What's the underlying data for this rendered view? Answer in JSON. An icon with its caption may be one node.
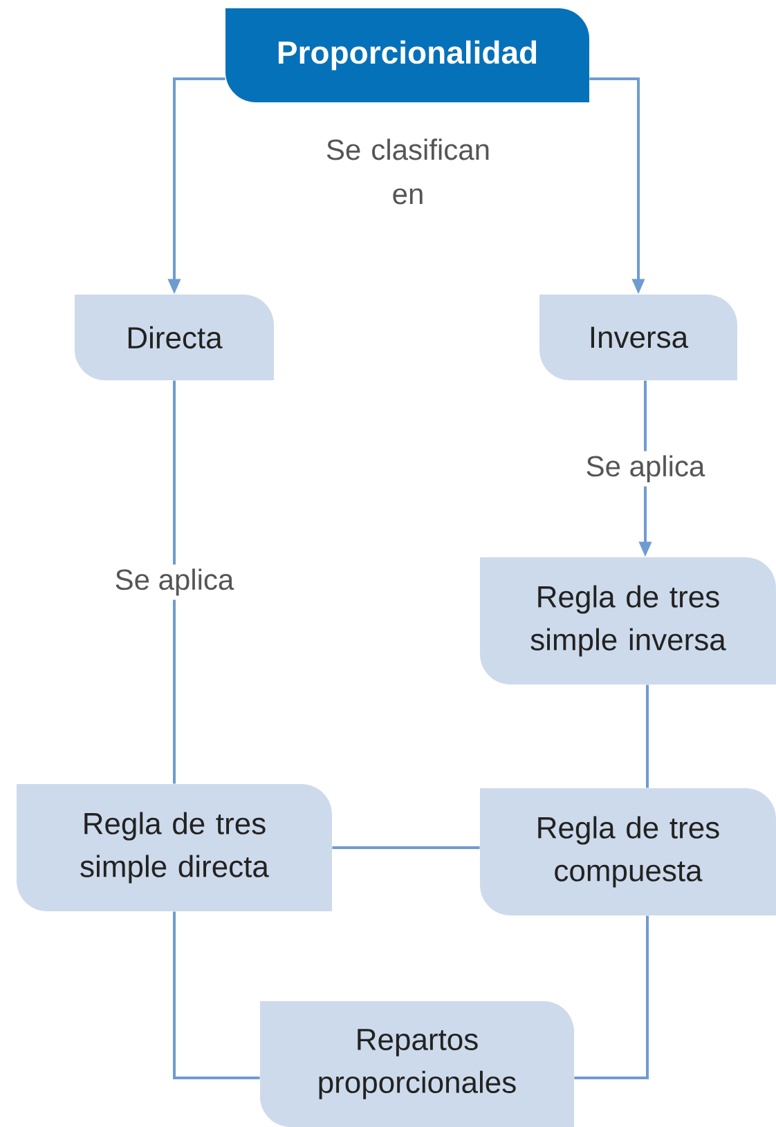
{
  "diagram": {
    "nodes": [
      {
        "text": [
          "Proporcionalidad"
        ]
      },
      {
        "text": [
          "Directa"
        ]
      },
      {
        "text": [
          "Inversa"
        ]
      },
      {
        "text": [
          "Regla de tres simple inversa"
        ]
      },
      {
        "text": [
          "Regla de tres simple directa"
        ]
      },
      {
        "text": [
          "Regla de tres compuesta"
        ]
      },
      {
        "text": [
          "Repartos proporcionales"
        ]
      }
    ],
    "edges": [
      {
        "from": 0,
        "to": 1,
        "arrow": "to"
      },
      {
        "from": 0,
        "to": 2,
        "arrow": "to"
      },
      {
        "from": 1,
        "to": 4,
        "arrow": "none",
        "label": "Se aplica"
      },
      {
        "from": 2,
        "to": 3,
        "arrow": "to",
        "label": "Se aplica"
      },
      {
        "from": 3,
        "to": 5,
        "arrow": "none"
      },
      {
        "from": 4,
        "to": 5,
        "arrow": "none"
      },
      {
        "from": 4,
        "to": 6,
        "arrow": "none"
      },
      {
        "from": 5,
        "to": 6,
        "arrow": "none"
      }
    ],
    "labels": [
      "Se clasifican en"
    ]
  }
}
